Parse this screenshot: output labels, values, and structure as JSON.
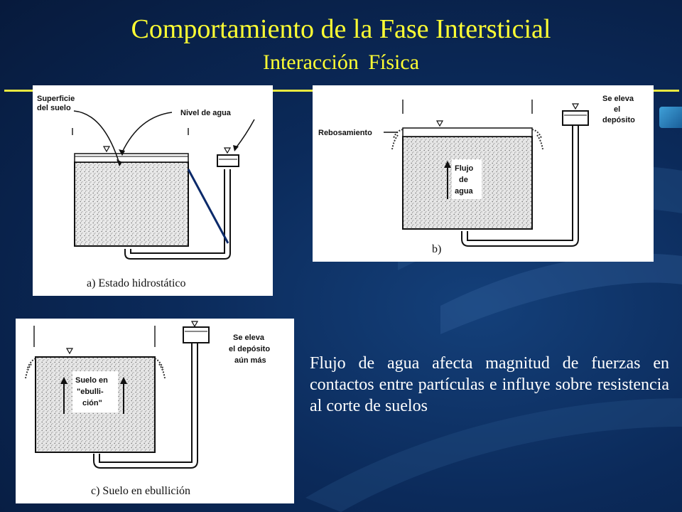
{
  "slide": {
    "title": "Comportamiento de la Fase Intersticial",
    "subtitle": "Interacción  Física",
    "body": "Flujo de agua afecta magnitud de fuerzas en contactos entre partículas e influye sobre resistencia al corte de suelos"
  },
  "diagram_a": {
    "caption": "a) Estado hidrostático",
    "label_surface_1": "Superficie",
    "label_surface_2": "del suelo",
    "label_level": "Nivel de agua"
  },
  "diagram_b": {
    "caption": "b)",
    "label_overflow": "Rebosamiento",
    "label_rise_1": "Se eleva",
    "label_rise_2": "el",
    "label_rise_3": "depósito",
    "label_flow_1": "Flujo",
    "label_flow_2": "de",
    "label_flow_3": "agua"
  },
  "diagram_c": {
    "caption": "c) Suelo en ebullición",
    "label_rise_1": "Se eleva",
    "label_rise_2": "el depósito",
    "label_rise_3": "aún más",
    "label_boil_1": "Suelo en",
    "label_boil_2": "\"ebulli-",
    "label_boil_3": "ción\""
  },
  "colors": {
    "background": "#0b2a5a",
    "title": "#ffff33",
    "body_text": "#ffffff"
  }
}
